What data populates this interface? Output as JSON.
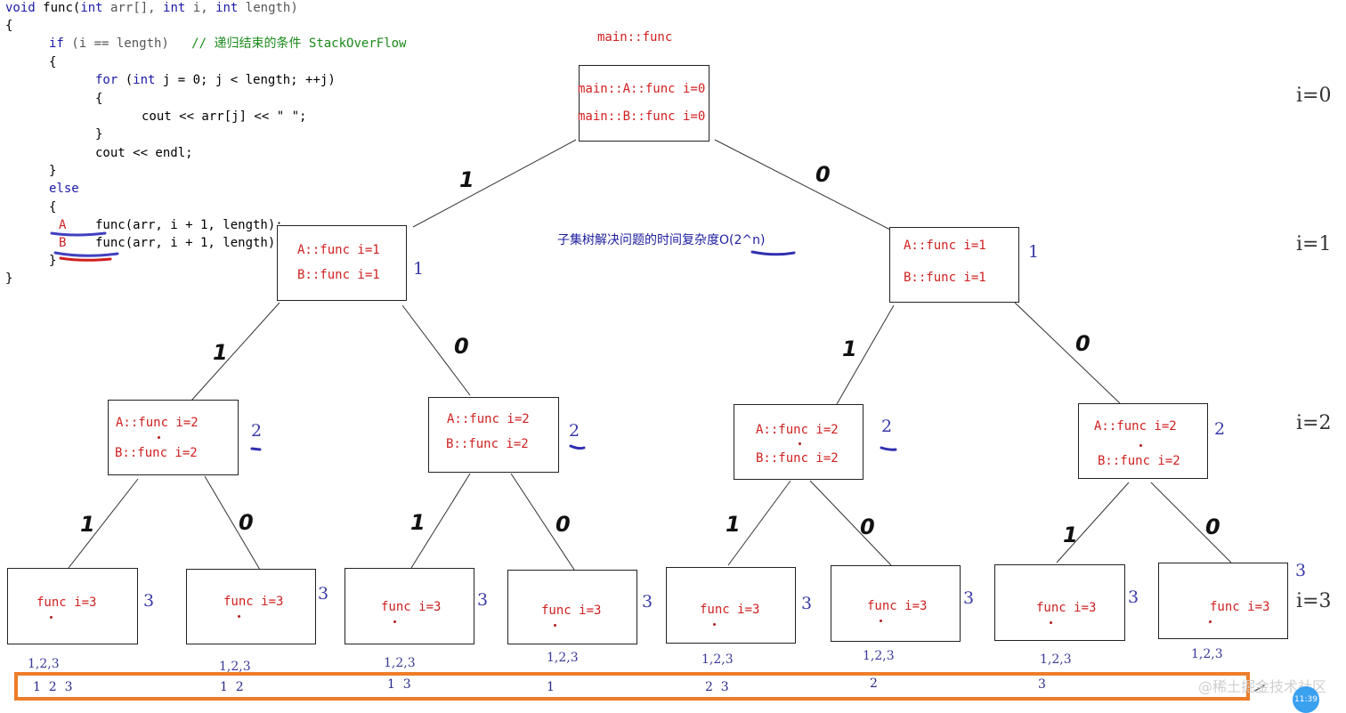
{
  "code": {
    "line1_kw_void": "void",
    "line1_fn": "func(",
    "line1_kw_int1": "int",
    "line1_arr": " arr[], ",
    "line1_kw_int2": "int",
    "line1_i": " i, ",
    "line1_kw_int3": "int",
    "line1_len": " length)",
    "brace_open": "{",
    "if_kw": "if",
    "if_cond": " (i == length)",
    "if_comment": "// 递归结束的条件 StackOverFlow",
    "brace2_open": "{",
    "for_kw": "for",
    "for_int": "int",
    "for_rest": " j = 0; j < length; ++j)",
    "for_paren": " (",
    "brace3_open": "{",
    "cout_line": "cout << arr[j] << \" \";",
    "brace3_close": "}",
    "endl_line": "cout << endl;",
    "brace2_close": "}",
    "else_kw": "else",
    "brace4_open": "{",
    "label_a": "A",
    "call_a": "func(arr, i + 1, length);",
    "label_b": "B",
    "call_b": "func(arr, i + 1, length);",
    "brace4_close": "}",
    "brace_close": "}"
  },
  "title": "main::func",
  "note": "子集树解决问题的时间复杂度O(2^n)",
  "root": {
    "a": "main::A::func i=0",
    "b": "main::B::func i=0"
  },
  "level1": [
    {
      "a": "A::func i=1",
      "b": "B::func i=1",
      "num": "1"
    },
    {
      "a": "A::func i=1",
      "b": "B::func i=1",
      "num": "1"
    }
  ],
  "level2": [
    {
      "a": "A::func i=2",
      "b": "B::func i=2",
      "num": "2"
    },
    {
      "a": "A::func i=2",
      "b": "B::func i=2",
      "num": "2"
    },
    {
      "a": "A::func i=2",
      "b": "B::func i=2",
      "num": "2"
    },
    {
      "a": "A::func i=2",
      "b": "B::func i=2",
      "num": "2"
    }
  ],
  "level3": [
    {
      "label": "func i=3",
      "num": "3",
      "arr": "1,2,3",
      "subset": "1  2  3"
    },
    {
      "label": "func i=3",
      "num": "3",
      "arr": "1,2,3",
      "subset": "1  2"
    },
    {
      "label": "func i=3",
      "num": "3",
      "arr": "1,2,3",
      "subset": "1  3"
    },
    {
      "label": "func i=3",
      "num": "3",
      "arr": "1,2,3",
      "subset": "1"
    },
    {
      "label": "func i=3",
      "num": "3",
      "arr": "1,2,3",
      "subset": "2  3"
    },
    {
      "label": "func i=3",
      "num": "3",
      "arr": "1,2,3",
      "subset": "2"
    },
    {
      "label": "func i=3",
      "num": "3",
      "arr": "1,2,3",
      "subset": "3"
    },
    {
      "label": "func i=3",
      "num": "3",
      "arr": "1,2,3",
      "subset": ""
    }
  ],
  "edge_labels": {
    "root_left": "1",
    "root_right": "0",
    "l1_0_left": "1",
    "l1_0_right": "0",
    "l1_1_left": "1",
    "l1_1_right": "0",
    "l2_0_left": "1",
    "l2_0_right": "0",
    "l2_1_left": "1",
    "l2_1_right": "0",
    "l2_2_left": "1",
    "l2_2_right": "0",
    "l2_3_left": "1",
    "l2_3_right": "0"
  },
  "levels": {
    "i0": "i=0",
    "i1": "i=1",
    "i2": "i=2",
    "i3": "i=3"
  },
  "extra_three": "3",
  "watermark": "@稀土掘金技术社区",
  "badge_time": "11:39",
  "colors": {
    "node_text": "#d02020",
    "annotation_blue": "#3a3aa8",
    "highlight_box": "#ee7d2a"
  }
}
